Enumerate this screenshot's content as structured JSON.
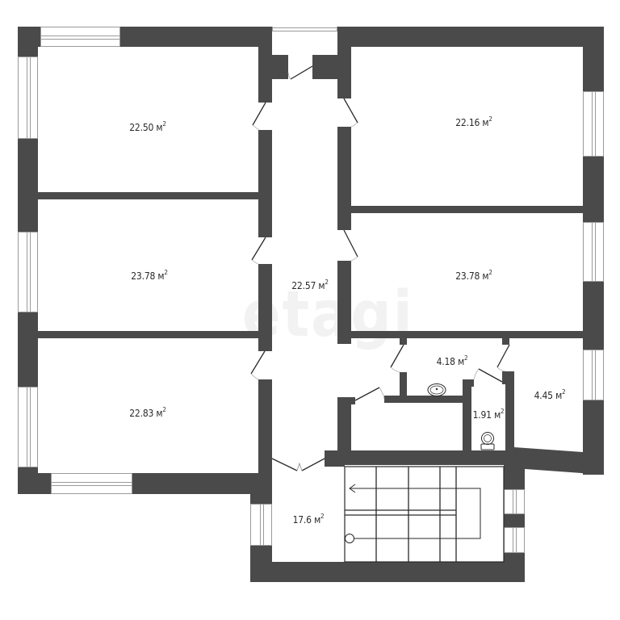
{
  "plan": {
    "unit": "м",
    "unit_sup": "2",
    "watermark": "etagi",
    "wall_color": "#4a4a4a",
    "rooms": [
      {
        "id": "room-top-left",
        "area": "22.50"
      },
      {
        "id": "room-mid-left",
        "area": "23.78"
      },
      {
        "id": "room-bottom-left",
        "area": "22.83"
      },
      {
        "id": "corridor",
        "area": "22.57"
      },
      {
        "id": "room-top-right",
        "area": "22.16"
      },
      {
        "id": "room-mid-right",
        "area": "23.78"
      },
      {
        "id": "washroom",
        "area": "4.18"
      },
      {
        "id": "toilet",
        "area": "1.91"
      },
      {
        "id": "small-room-right",
        "area": "4.45"
      },
      {
        "id": "stair-hall",
        "area": "17.6"
      }
    ]
  }
}
